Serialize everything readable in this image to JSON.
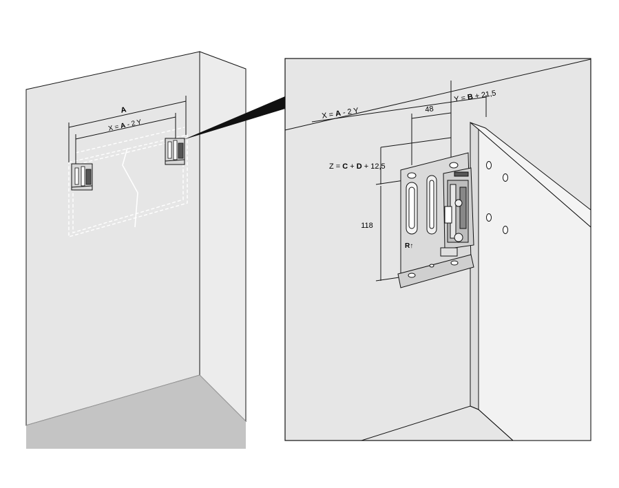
{
  "overview": {
    "dim_a": "A",
    "dim_x_prefix": "X = ",
    "dim_x_bold": "A",
    "dim_x_suffix": " - 2 Y"
  },
  "detail": {
    "dim_x_prefix": "X = ",
    "dim_x_bold": "A",
    "dim_x_suffix": " - 2 Y",
    "dim_y_prefix": "Y = ",
    "dim_y_bold": "B",
    "dim_y_suffix": " + 21,5",
    "dim_48": "48",
    "dim_z_prefix": "Z = ",
    "dim_z_bold1": "C",
    "dim_z_mid": " + ",
    "dim_z_bold2": "D",
    "dim_z_suffix": " + 12,5",
    "dim_118": "118",
    "bracket_mark": "R↑"
  },
  "colors": {
    "wall": "#e6e6e6",
    "wall_side": "#ececec",
    "floor": "#c4c4c4",
    "floor_wall_edge": "#9a9a9a",
    "line": "#111111",
    "cabinet": "#f2f2f2",
    "cabinet_edge": "#bdbdbd",
    "bracket": "#d9d9d9"
  }
}
